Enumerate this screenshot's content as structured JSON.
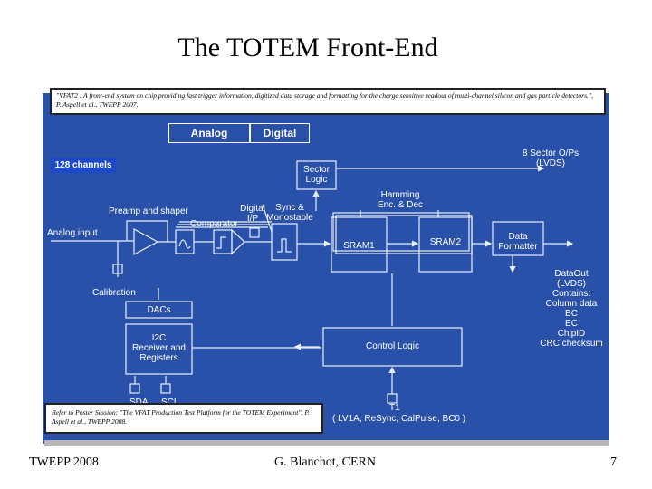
{
  "title": "The TOTEM Front-End",
  "quote": "\"VFAT2 : A front-end system on chip providing fast trigger information, digitized data storage and formatting for the charge sensitive readout of multi-channel silicon and gas particle detectors.\", P. Aspell et al., TWEPP 2007.",
  "reference": "Refer to Poster Session: \"The VFAT Production Test Platform for the TOTEM Experiment\", P. Aspell et al., TWEPP 2008.",
  "diagram": {
    "tabs": {
      "analog": "Analog",
      "digital": "Digital"
    },
    "channels": "128 channels",
    "labels": {
      "analog_input": "Analog input",
      "preamp": "Preamp and shaper",
      "comparator": "Comparator",
      "calibration": "Calibration",
      "dacs": "DACs",
      "i2c": "I2C\nReceiver and\nRegisters",
      "sda": "SDA",
      "scl": "SCL",
      "digital_ip": "Digital\nI/P",
      "sync": "Sync &\nMonostable",
      "sector_logic": "Sector\nLogic",
      "hamming": "Hamming\nEnc. & Dec",
      "sram1": "SRAM1",
      "sram2": "SRAM2",
      "data_formatter": "Data\nFormatter",
      "sector_ops": "8 Sector O/Ps\n(LVDS)",
      "control_logic": "Control Logic",
      "t1": "T1",
      "t1_signals": "( LV1A, ReSync, CalPulse, BC0 )",
      "dataout": "DataOut\n(LVDS)\nContains:\nColumn data\nBC\nEC\nChipID\nCRC checksum"
    }
  },
  "footer": {
    "left": "TWEPP 2008",
    "center": "G. Blanchot, CERN",
    "right": "7"
  },
  "colors": {
    "panel": "#2a51a9",
    "channels_badge": "#1c49c8",
    "line": "#e8eef8"
  }
}
